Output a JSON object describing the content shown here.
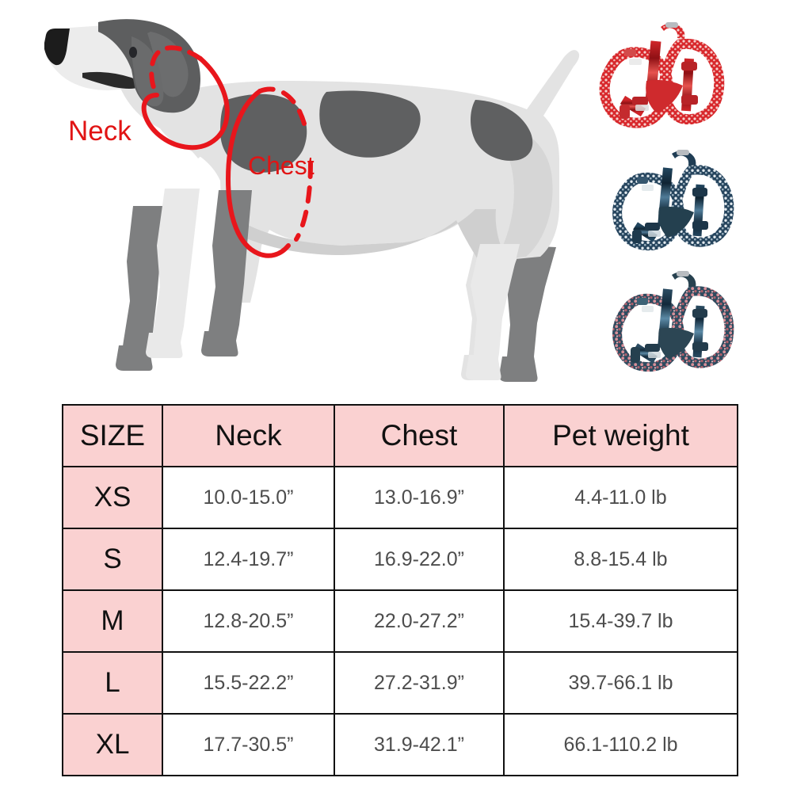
{
  "illustration": {
    "labels": {
      "neck": "Neck",
      "chest": "Chest"
    },
    "label_color": "#e11414",
    "dog_colors": {
      "body_light": "#e6e6e6",
      "body_mid": "#d2d2d2",
      "patch_dark": "#5f6061",
      "patch_mid": "#8a8b8c",
      "nose": "#1a1a1a"
    }
  },
  "products": [
    {
      "name": "harness-red",
      "color": "#d8272b",
      "accent": "#f2a9a9",
      "label": "red patterned no-pull dog harness"
    },
    {
      "name": "harness-blue",
      "color": "#25455e",
      "accent": "#b9cbd6",
      "label": "navy blue patterned no-pull dog harness"
    },
    {
      "name": "harness-pink",
      "color": "#2d4a5e",
      "accent": "#d79098",
      "label": "pink camo patterned no-pull dog harness"
    }
  ],
  "table": {
    "headers": [
      "SIZE",
      "Neck",
      "Chest",
      "Pet weight"
    ],
    "header_bg": "#fad1d1",
    "rows": [
      {
        "size": "XS",
        "neck": "10.0-15.0”",
        "chest": "13.0-16.9”",
        "weight": "4.4-11.0 lb"
      },
      {
        "size": "S",
        "neck": "12.4-19.7”",
        "chest": "16.9-22.0”",
        "weight": "8.8-15.4 lb"
      },
      {
        "size": "M",
        "neck": "12.8-20.5”",
        "chest": "22.0-27.2”",
        "weight": "15.4-39.7 lb"
      },
      {
        "size": "L",
        "neck": "15.5-22.2”",
        "chest": "27.2-31.9”",
        "weight": "39.7-66.1 lb"
      },
      {
        "size": "XL",
        "neck": "17.7-30.5”",
        "chest": "31.9-42.1”",
        "weight": "66.1-110.2 lb"
      }
    ]
  }
}
